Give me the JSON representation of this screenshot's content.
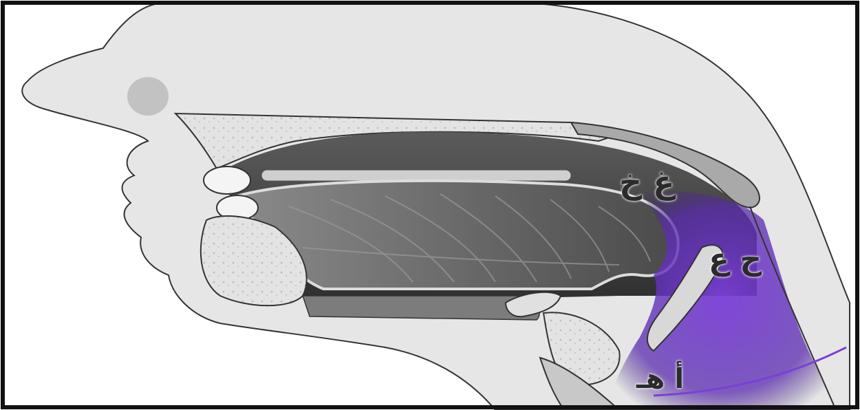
{
  "labels": {
    "upper_group": "غ خ",
    "middle_group": "ح ع",
    "lower_group": "أ هـ"
  },
  "colors": {
    "highlight": "#7b3fd8",
    "frame": "#111111",
    "tissue": "#d6d6d6",
    "cavity": "#3c3c3c"
  }
}
